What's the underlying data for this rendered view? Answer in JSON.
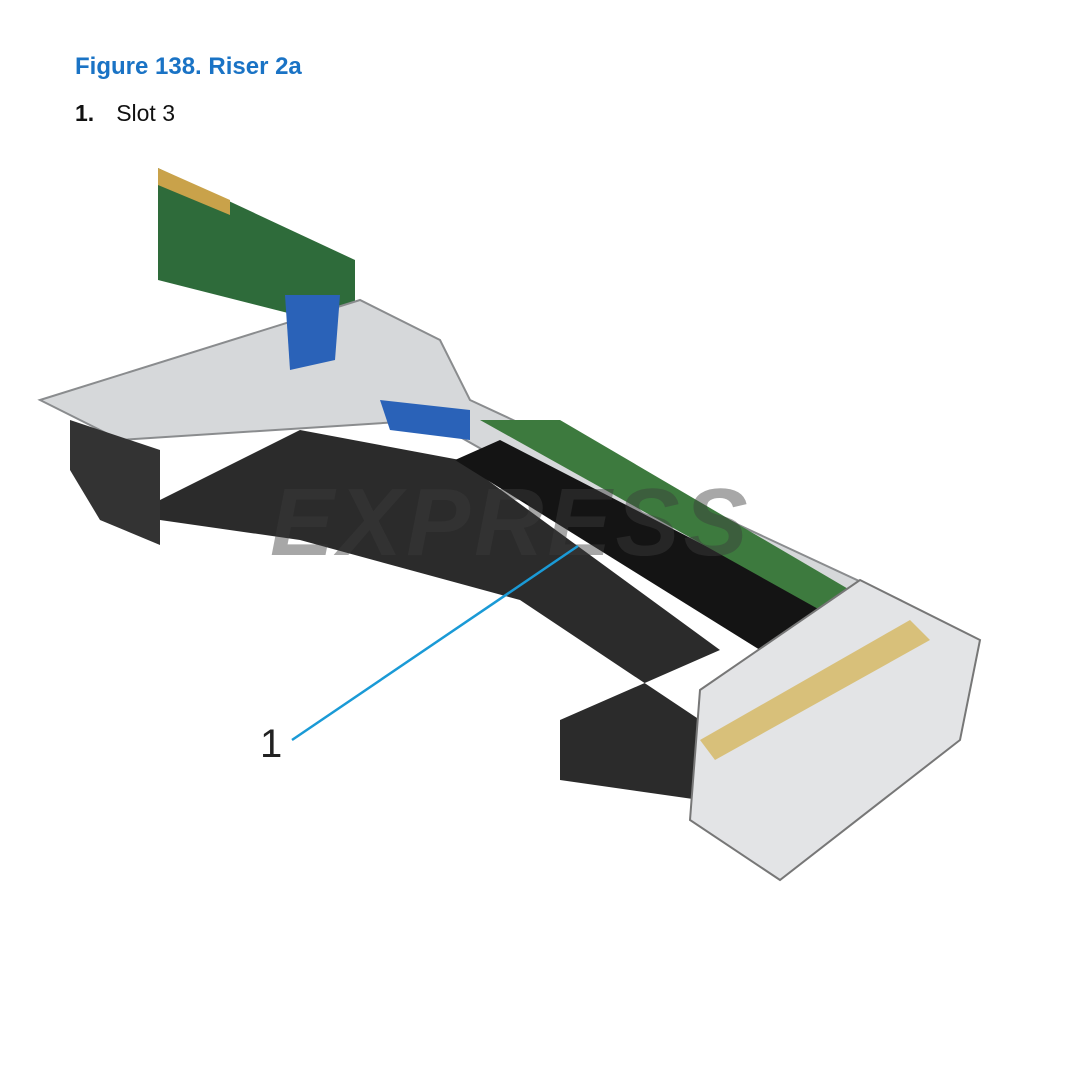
{
  "figure": {
    "caption": "Figure 138. Riser 2a",
    "legend": [
      {
        "number": "1.",
        "label": "Slot 3"
      }
    ],
    "callouts": [
      {
        "label": "1"
      }
    ],
    "watermark": "EXPRESS",
    "colors": {
      "caption": "#1a73c5",
      "callout_line": "#1a9ad6"
    }
  }
}
